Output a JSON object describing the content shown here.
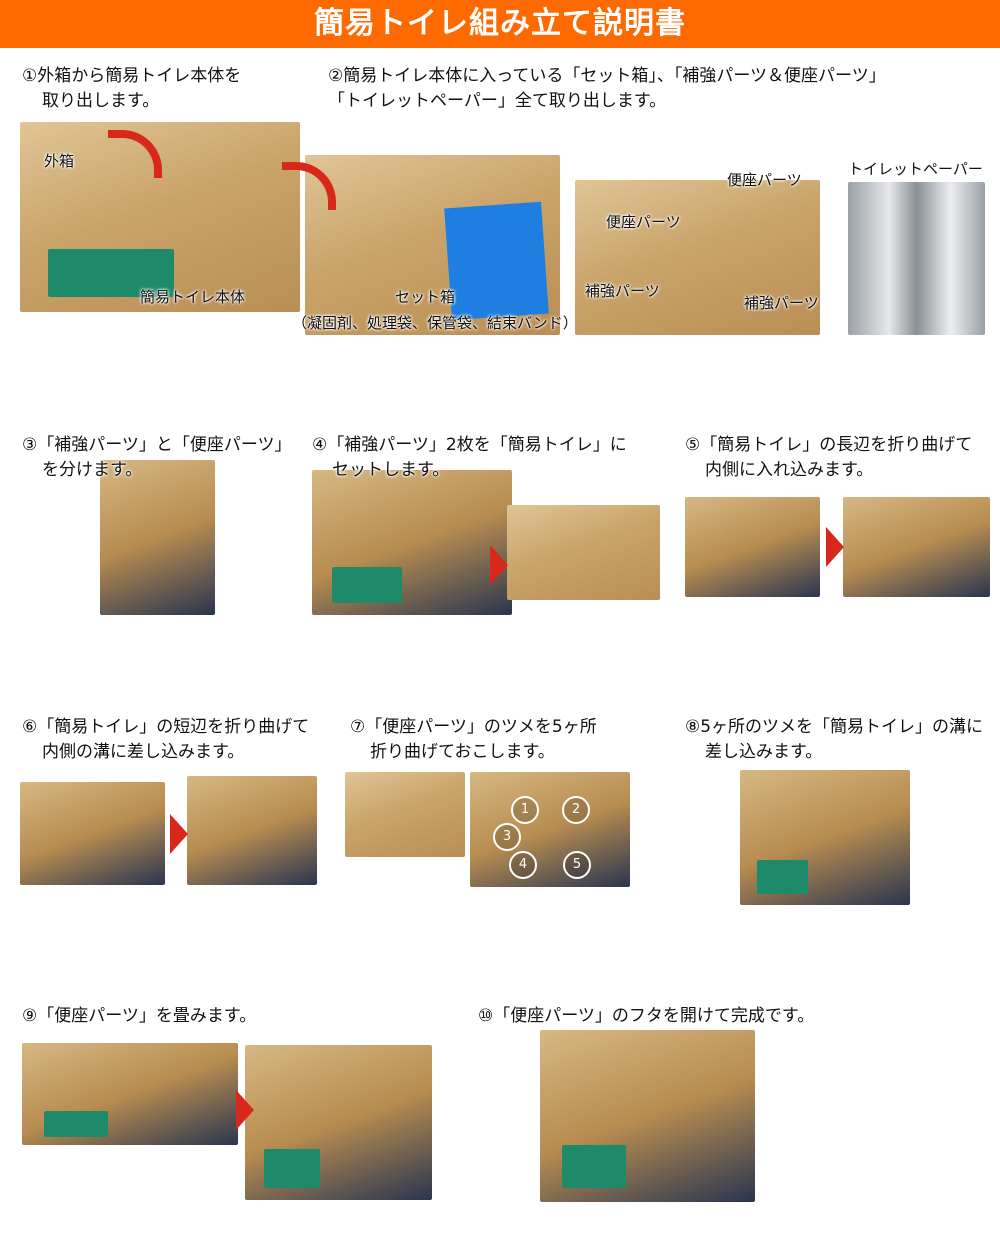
{
  "title": "簡易トイレ組み立て説明書",
  "steps": [
    {
      "line1": "①外箱から簡易トイレ本体を",
      "line2": "取り出します。"
    },
    {
      "line1": "②簡易トイレ本体に入っている「セット箱」、「補強パーツ＆便座パーツ」",
      "line2": "「トイレットペーパー」全て取り出します。"
    },
    {
      "line1": "③「補強パーツ」と「便座パーツ」",
      "line2": "を分けます。"
    },
    {
      "line1": "④「補強パーツ」2枚を「簡易トイレ」に",
      "line2": "セットします。"
    },
    {
      "line1": "⑤「簡易トイレ」の長辺を折り曲げて",
      "line2": "内側に入れ込みます。"
    },
    {
      "line1": "⑥「簡易トイレ」の短辺を折り曲げて",
      "line2": "内側の溝に差し込みます。"
    },
    {
      "line1": "⑦「便座パーツ」のツメを5ヶ所",
      "line2": "折り曲げておこします。"
    },
    {
      "line1": "⑧5ヶ所のツメを「簡易トイレ」の溝に",
      "line2": "差し込みます。"
    },
    {
      "line1": "⑨「便座パーツ」を畳みます。"
    },
    {
      "line1": "⑩「便座パーツ」のフタを開けて完成です。"
    }
  ],
  "photo_labels": {
    "outer_box": "外箱",
    "toilet_body": "簡易トイレ本体",
    "set_box": "セット箱",
    "set_box_contents": "（凝固剤、処理袋、保管袋、結束バンド）",
    "seat_parts_a": "便座パーツ",
    "seat_parts_b": "便座パーツ",
    "reinforce_parts_a": "補強パーツ",
    "reinforce_parts_b": "補強パーツ",
    "toilet_paper": "トイレットペーパー"
  },
  "tab_numbers": [
    "1",
    "2",
    "3",
    "4",
    "5"
  ],
  "colors": {
    "header": "#ff6a00",
    "arrow": "#d8281c"
  }
}
